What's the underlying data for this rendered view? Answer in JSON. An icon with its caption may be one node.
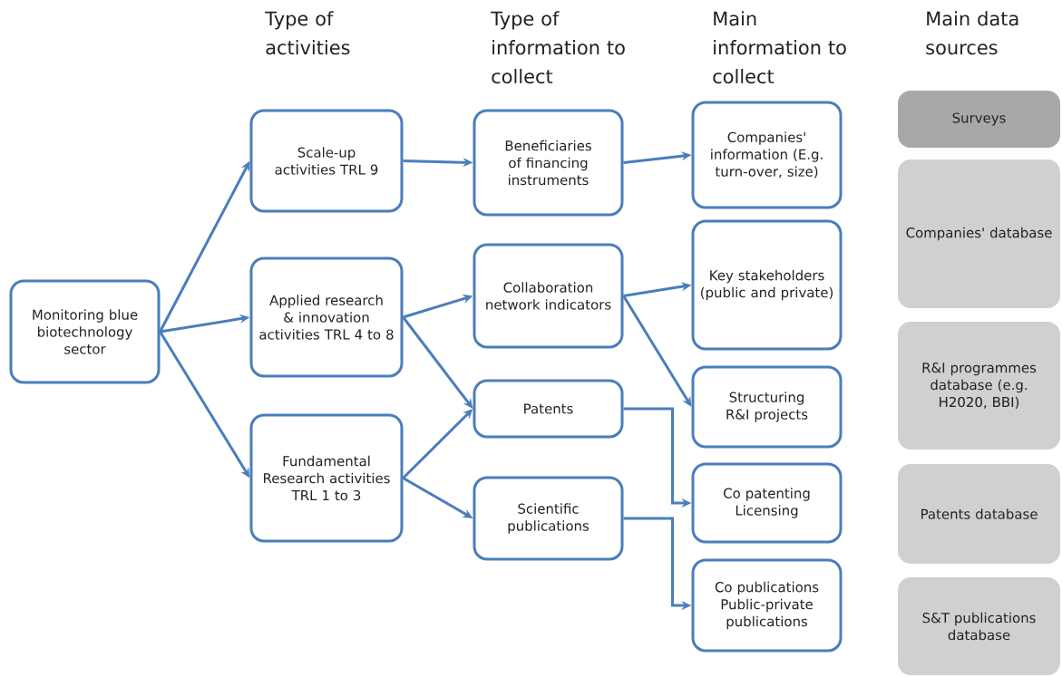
{
  "diagram": {
    "nodes": [
      {
        "text": [
          "Monitoring blue biotechnology sector"
        ]
      },
      {
        "text": [
          "Scale-up activities TRL 9"
        ]
      },
      {
        "text": [
          "Applied research & innovation activities TRL 4 to 8"
        ]
      },
      {
        "text": [
          "Fundamental Research activities TRL 1 to 3"
        ]
      },
      {
        "text": [
          "Beneficiaries of financing instruments"
        ]
      },
      {
        "text": [
          "Collaboration network indicators"
        ]
      },
      {
        "text": [
          "Patents"
        ]
      },
      {
        "text": [
          "Scientific publications"
        ]
      },
      {
        "text": [
          "Companies' information (E.g. turn-over, size)"
        ]
      },
      {
        "text": [
          "Key stakeholders (public and private)"
        ]
      },
      {
        "text": [
          "Structuring R&I projects"
        ]
      },
      {
        "text": [
          "Co patenting Licensing"
        ]
      },
      {
        "text": [
          "Co publications Public-private publications"
        ]
      },
      {
        "text": [
          "Surveys"
        ]
      },
      {
        "text": [
          "Companies' database"
        ]
      },
      {
        "text": [
          "R&I programmes database (e.g. H2020, BBI)"
        ]
      },
      {
        "text": [
          "Patents database"
        ]
      },
      {
        "text": [
          "S&T publications database"
        ]
      }
    ],
    "edges": [
      {
        "from": 0,
        "to": 1,
        "arrow": "to"
      },
      {
        "from": 0,
        "to": 2,
        "arrow": "to"
      },
      {
        "from": 0,
        "to": 3,
        "arrow": "to"
      },
      {
        "from": 1,
        "to": 4,
        "arrow": "to"
      },
      {
        "from": 4,
        "to": 8,
        "arrow": "to"
      },
      {
        "from": 2,
        "to": 5,
        "arrow": "to"
      },
      {
        "from": 2,
        "to": 6,
        "arrow": "to"
      },
      {
        "from": 3,
        "to": 6,
        "arrow": "to"
      },
      {
        "from": 3,
        "to": 7,
        "arrow": "to"
      },
      {
        "from": 5,
        "to": 9,
        "arrow": "to"
      },
      {
        "from": 5,
        "to": 10,
        "arrow": "to"
      },
      {
        "from": 6,
        "to": 11,
        "arrow": "to"
      },
      {
        "from": 7,
        "to": 12,
        "arrow": "to"
      }
    ],
    "labels": [
      "Type of activities",
      "Type of information to collect",
      "Main information to collect",
      "Main data sources"
    ]
  }
}
